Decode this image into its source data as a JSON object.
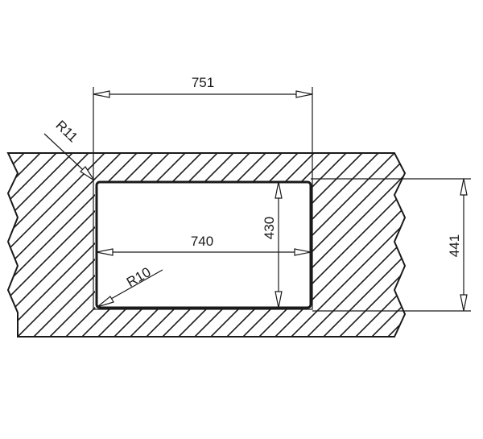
{
  "drawing": {
    "dimensions": {
      "outer_width": "751",
      "inner_width": "740",
      "inner_height": "430",
      "outer_height": "441",
      "outer_corner_radius": "R11",
      "inner_corner_radius": "R10"
    },
    "colors": {
      "line": "#1a1a1a",
      "background": "#ffffff"
    }
  }
}
